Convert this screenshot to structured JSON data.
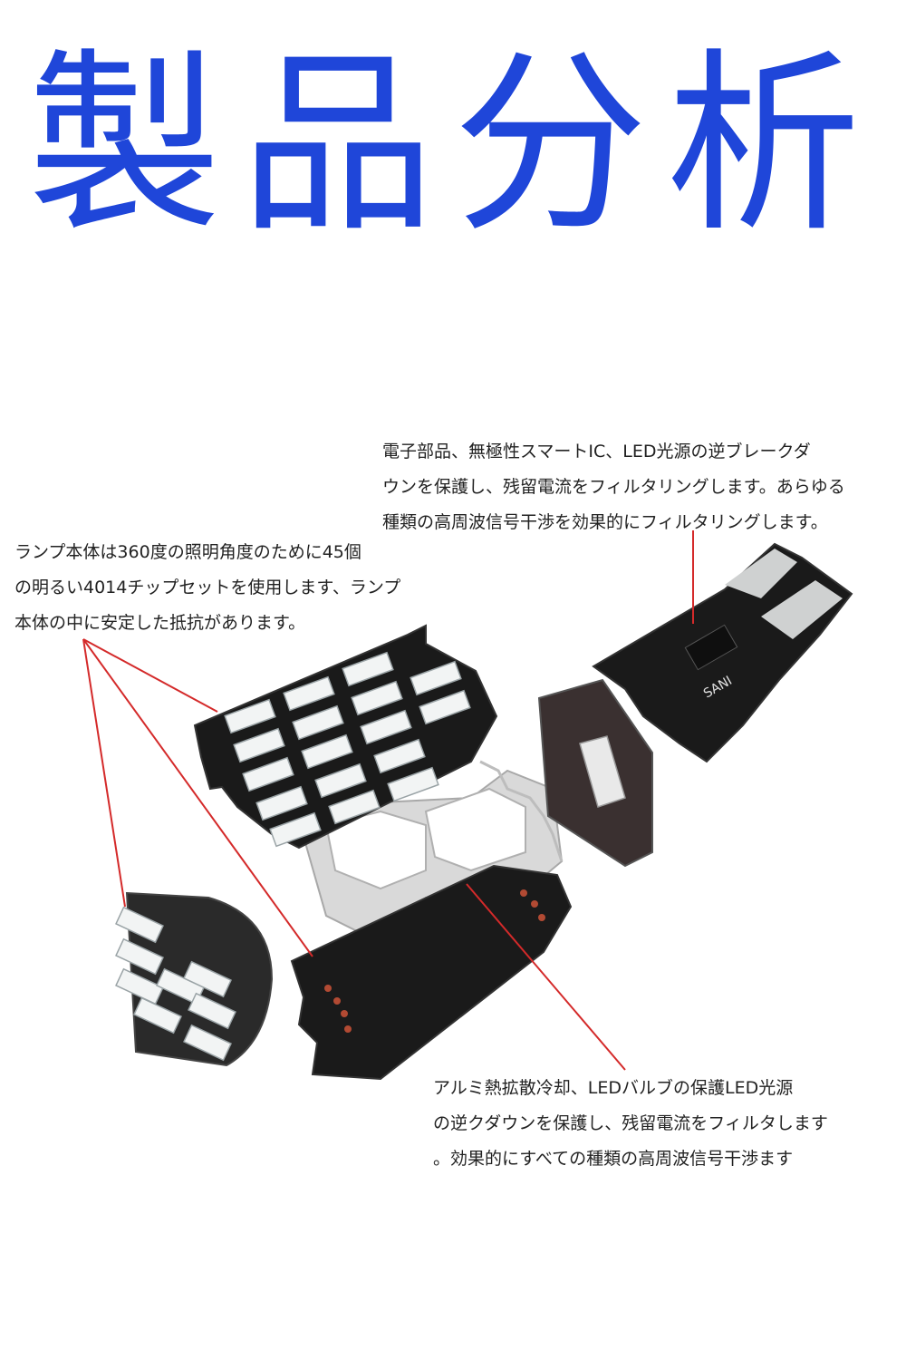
{
  "title": "製品分析",
  "annotations": {
    "top_right": [
      "電子部品、無極性スマートIC、LED光源の逆ブレークダ",
      "ウンを保護し、残留電流をフィルタリングします。あらゆる",
      "種類の高周波信号干渉を効果的にフィルタリングします。"
    ],
    "left": [
      "ランプ本体は360度の照明角度のために45個",
      "の明るい4014チップセットを使用します、ランプ",
      "本体の中に安定した抵抗があります。"
    ],
    "bottom": [
      "アルミ熱拡散冷却、LEDバルブの保護LED光源",
      "の逆クダウンを保護し、残留電流をフィルタします",
      "。効果的にすべての種類の高周波信号干渉ます"
    ]
  },
  "pcb_marking": "SANI",
  "colors": {
    "title_blue": "#1f46d9",
    "leader_red": "#d42a2a",
    "pcb_black": "#1a1a1a",
    "led_white": "#f2f4f4",
    "aluminum": "#d9d9d9"
  }
}
